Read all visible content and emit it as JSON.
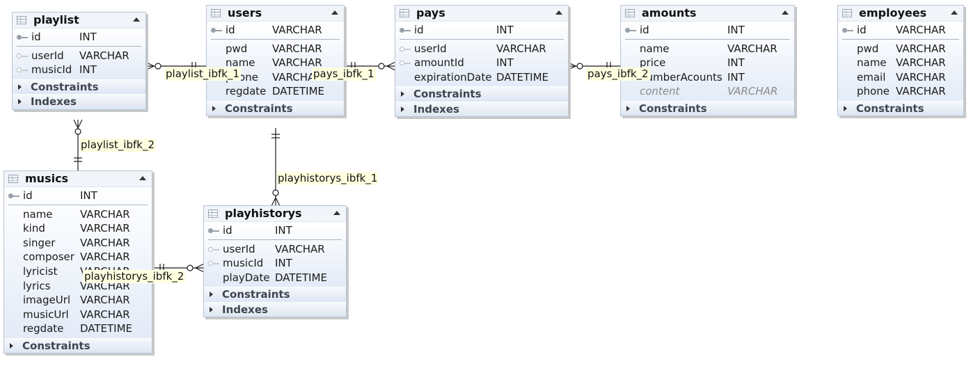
{
  "tables": {
    "playlist": {
      "name": "playlist",
      "columns": [
        {
          "name": "id",
          "type": "INT"
        },
        {
          "name": "userId",
          "type": "VARCHAR"
        },
        {
          "name": "musicId",
          "type": "INT"
        }
      ],
      "folders": [
        "Constraints",
        "Indexes"
      ]
    },
    "users": {
      "name": "users",
      "columns": [
        {
          "name": "id",
          "type": "VARCHAR"
        },
        {
          "name": "pwd",
          "type": "VARCHAR"
        },
        {
          "name": "name",
          "type": "VARCHAR"
        },
        {
          "name": "phone",
          "type": "VARCHAR"
        },
        {
          "name": "regdate",
          "type": "DATETIME"
        }
      ],
      "folders": [
        "Constraints"
      ]
    },
    "pays": {
      "name": "pays",
      "columns": [
        {
          "name": "id",
          "type": "INT"
        },
        {
          "name": "userId",
          "type": "VARCHAR"
        },
        {
          "name": "amountId",
          "type": "INT"
        },
        {
          "name": "expirationDate",
          "type": "DATETIME"
        }
      ],
      "folders": [
        "Constraints",
        "Indexes"
      ]
    },
    "amounts": {
      "name": "amounts",
      "columns": [
        {
          "name": "id",
          "type": "INT"
        },
        {
          "name": "name",
          "type": "VARCHAR"
        },
        {
          "name": "price",
          "type": "INT"
        },
        {
          "name": "numberAcounts",
          "type": "INT"
        },
        {
          "name": "content",
          "type": "VARCHAR"
        }
      ],
      "folders": [
        "Constraints"
      ]
    },
    "employees": {
      "name": "employees",
      "columns": [
        {
          "name": "id",
          "type": "VARCHAR"
        },
        {
          "name": "pwd",
          "type": "VARCHAR"
        },
        {
          "name": "name",
          "type": "VARCHAR"
        },
        {
          "name": "email",
          "type": "VARCHAR"
        },
        {
          "name": "phone",
          "type": "VARCHAR"
        }
      ],
      "folders": [
        "Constraints"
      ]
    },
    "musics": {
      "name": "musics",
      "columns": [
        {
          "name": "id",
          "type": "INT"
        },
        {
          "name": "name",
          "type": "VARCHAR"
        },
        {
          "name": "kind",
          "type": "VARCHAR"
        },
        {
          "name": "singer",
          "type": "VARCHAR"
        },
        {
          "name": "composer",
          "type": "VARCHAR"
        },
        {
          "name": "lyricist",
          "type": "VARCHAR"
        },
        {
          "name": "lyrics",
          "type": "VARCHAR"
        },
        {
          "name": "imageUrl",
          "type": "VARCHAR"
        },
        {
          "name": "musicUrl",
          "type": "VARCHAR"
        },
        {
          "name": "regdate",
          "type": "DATETIME"
        }
      ],
      "folders": [
        "Constraints"
      ]
    },
    "playhistorys": {
      "name": "playhistorys",
      "columns": [
        {
          "name": "id",
          "type": "INT"
        },
        {
          "name": "userId",
          "type": "VARCHAR"
        },
        {
          "name": "musicId",
          "type": "INT"
        },
        {
          "name": "playDate",
          "type": "DATETIME"
        }
      ],
      "folders": [
        "Constraints",
        "Indexes"
      ]
    }
  },
  "relationships": {
    "playlist_ibfk_1": "playlist_ibfk_1",
    "playlist_ibfk_2": "playlist_ibfk_2",
    "pays_ibfk_1": "pays_ibfk_1",
    "pays_ibfk_2": "pays_ibfk_2",
    "playhistorys_ibfk_1": "playhistorys_ibfk_1",
    "playhistorys_ibfk_2": "playhistorys_ibfk_2"
  }
}
